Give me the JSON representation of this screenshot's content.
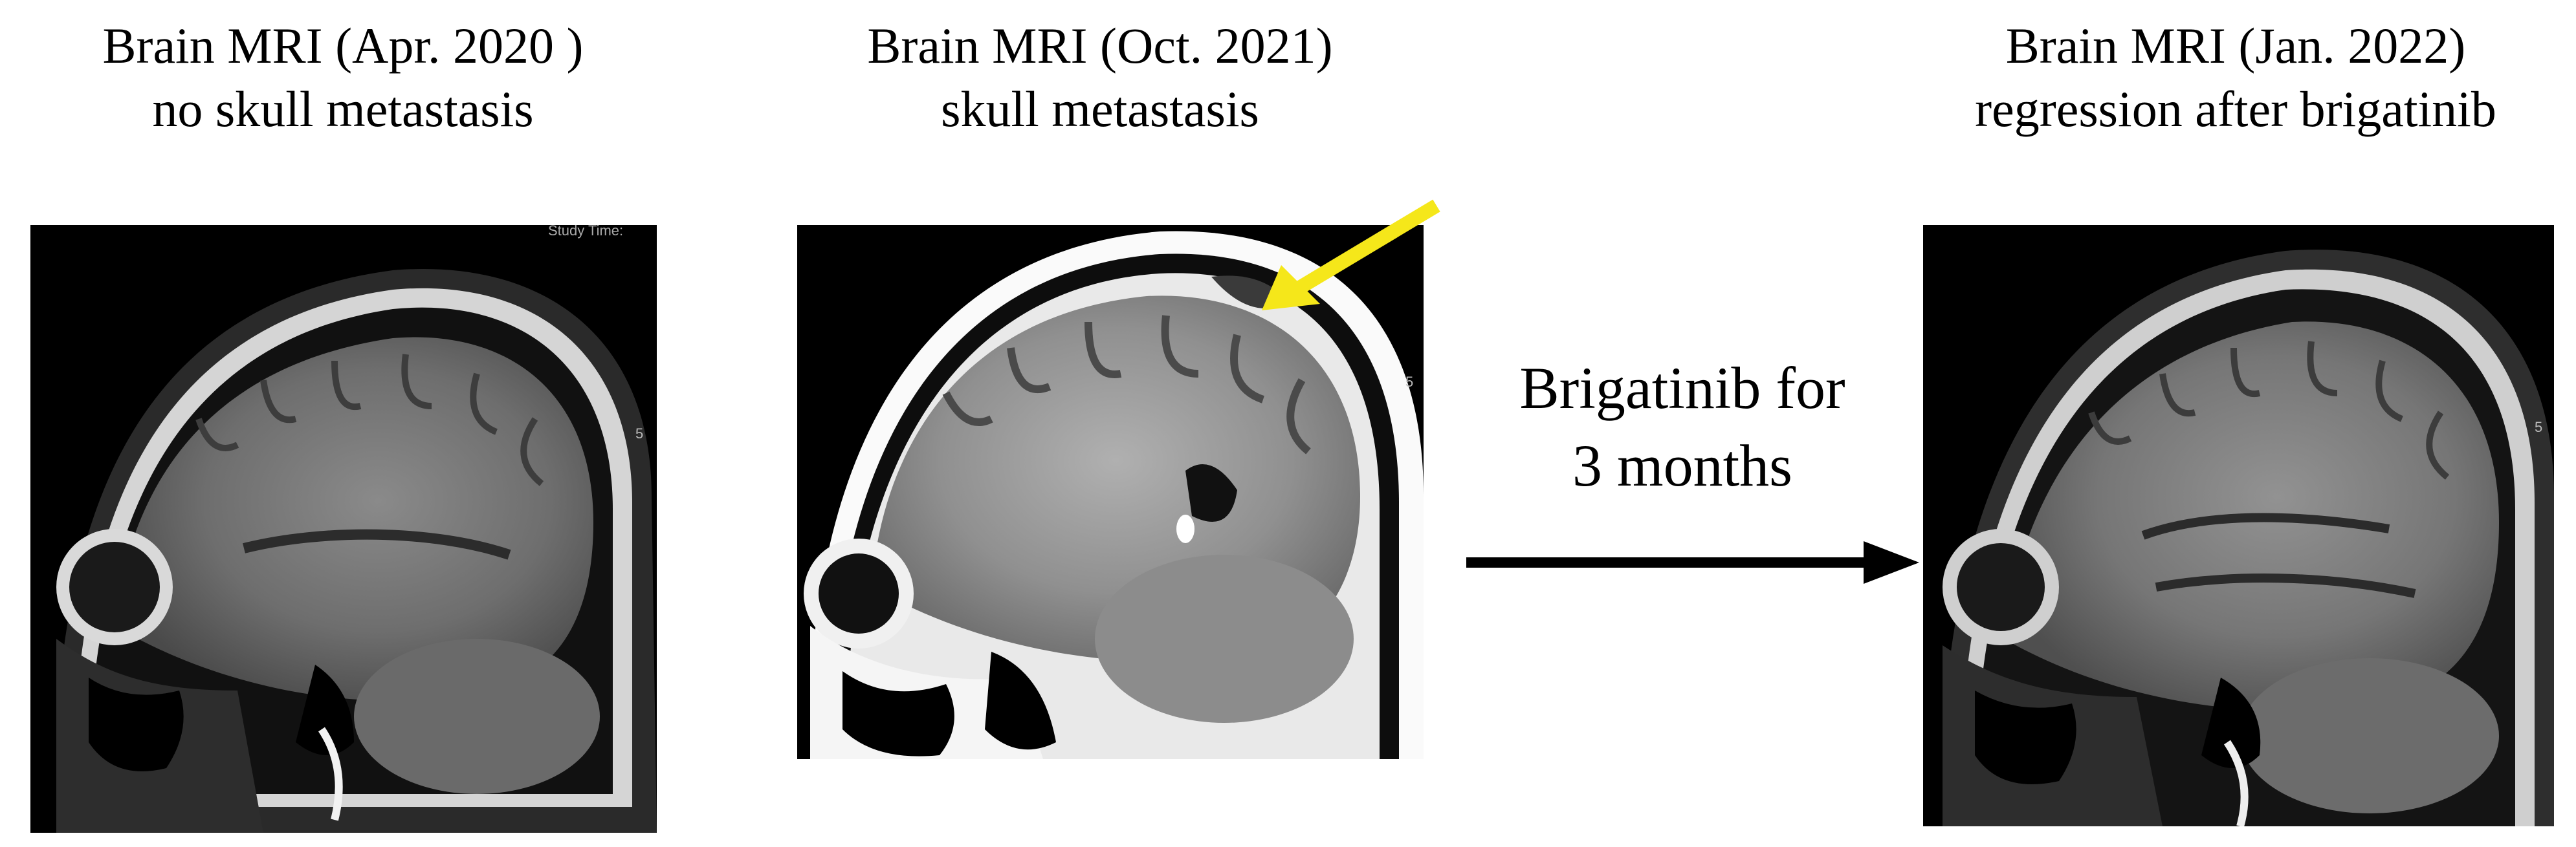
{
  "panels": [
    {
      "title": "Brain MRI (Apr. 2020 )",
      "subtitle": "no skull metastasis",
      "overlay_text": "Study Time:",
      "side_marker": "5"
    },
    {
      "title": "Brain MRI (Oct. 2021)",
      "subtitle": "skull metastasis",
      "side_marker": "5",
      "annotation_color": "#f5e71a"
    },
    {
      "title": "Brain MRI (Jan. 2022)",
      "subtitle": "regression after brigatinib",
      "side_marker": "5"
    }
  ],
  "treatment": {
    "line1": "Brigatinib for",
    "line2": "3 months"
  },
  "colors": {
    "background": "#ffffff",
    "scan_background": "#000000",
    "arrow": "#000000",
    "highlight_arrow": "#f5e71a"
  }
}
